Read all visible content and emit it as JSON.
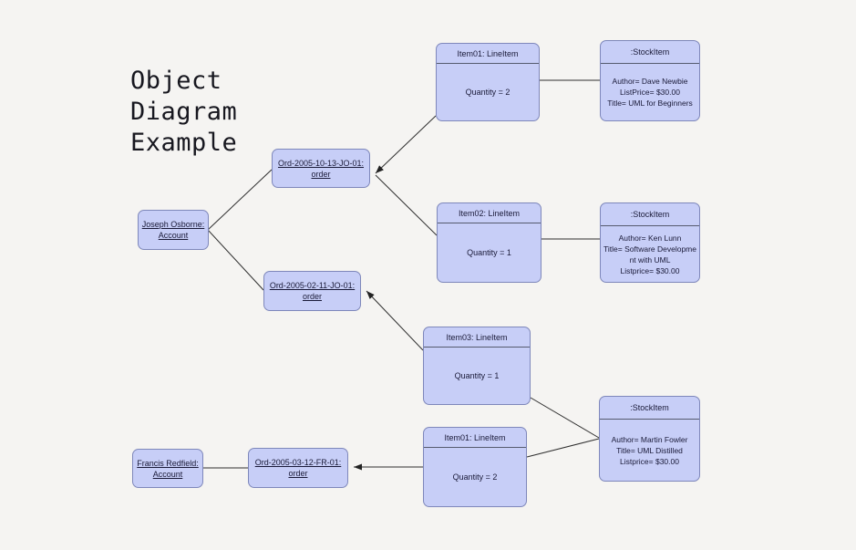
{
  "title": {
    "text": "Object Diagram Example",
    "lines": [
      "Object",
      "Diagram",
      "Example"
    ]
  },
  "colors": {
    "background": "#f5f4f2",
    "node_fill": "#c7cef7",
    "node_border": "#7e87ba",
    "divider": "#565b6e",
    "edge": "#2e2e2e",
    "text": "#1a1a38"
  },
  "nodes": {
    "account_joseph": {
      "label": "Joseph Osborne: Account",
      "lines": [
        "Joseph Osborne:",
        "Account"
      ]
    },
    "account_francis": {
      "label": "Francis Redfield: Account",
      "lines": [
        "Francis Redfield:",
        "Account"
      ]
    },
    "order1": {
      "label": "Ord-2005-10-13-JO-01: order",
      "lines": [
        "Ord-2005-10-13-JO-01:",
        "order"
      ]
    },
    "order2": {
      "label": "Ord-2005-02-11-JO-01: order",
      "lines": [
        "Ord-2005-02-11-JO-01:",
        "order"
      ]
    },
    "order3": {
      "label": "Ord-2005-03-12-FR-01: order",
      "lines": [
        "Ord-2005-03-12-FR-01:",
        "order"
      ]
    },
    "lineitem1": {
      "header": "Item01: LineItem",
      "body": "Quantity = 2"
    },
    "lineitem2": {
      "header": "Item02: LineItem",
      "body": "Quantity = 1"
    },
    "lineitem3": {
      "header": "Item03: LineItem",
      "body": "Quantity = 1"
    },
    "lineitem4": {
      "header": "Item01: LineItem",
      "body": "Quantity = 2"
    },
    "stockitem1": {
      "header": ":StockItem",
      "lines": [
        "Author= Dave Newbie",
        "ListPrice= $30.00",
        "Title= UML for Beginners"
      ]
    },
    "stockitem2": {
      "header": ":StockItem",
      "lines": [
        "Author= Ken Lunn",
        "Title= Software Developme",
        "nt with UML",
        "Listprice= $30.00"
      ]
    },
    "stockitem3": {
      "header": ":StockItem",
      "lines": [
        "Author= Martin Fowler",
        "Title= UML Distilled",
        "Listprice= $30.00"
      ]
    }
  }
}
